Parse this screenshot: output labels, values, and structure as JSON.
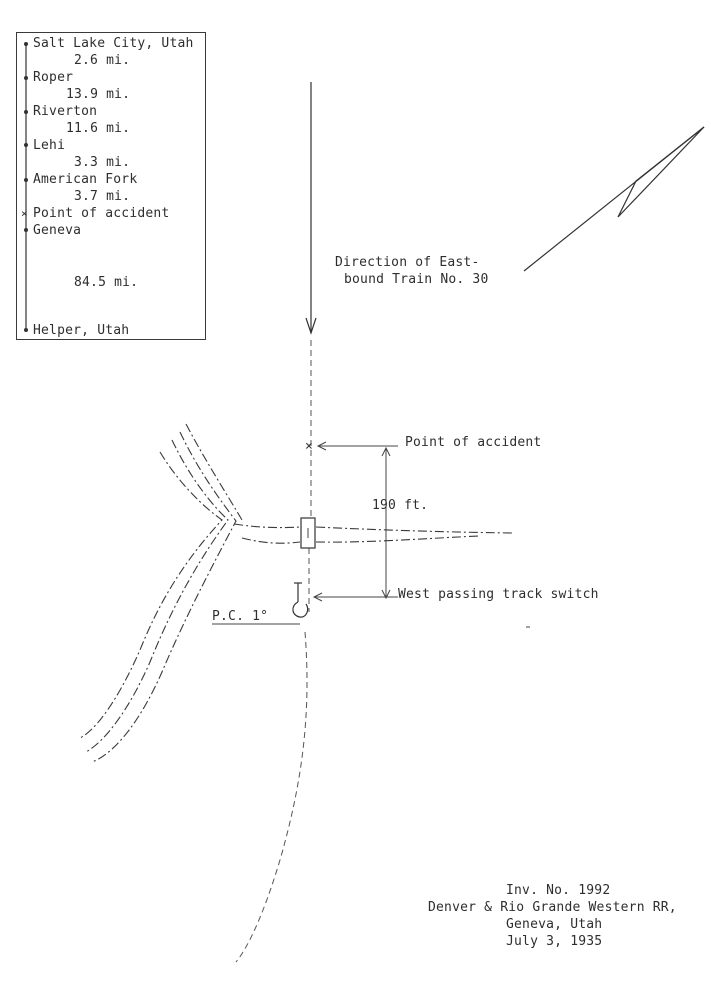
{
  "route": {
    "stations": [
      "Salt Lake City, Utah",
      "Roper",
      "Riverton",
      "Lehi",
      "American Fork",
      "Point of accident",
      "Geneva",
      "Helper,  Utah"
    ],
    "distances": [
      "2.6 mi.",
      "13.9 mi.",
      "11.6 mi.",
      "3.3 mi.",
      "3.7 mi.",
      "84.5 mi."
    ]
  },
  "labels": {
    "direction_line1": "Direction of East-",
    "direction_line2": "bound Train No. 30",
    "point_of_accident": "Point of accident",
    "distance": "190 ft.",
    "switch": "West passing track switch",
    "curve": "P.C. 1°"
  },
  "caption": {
    "line1": "Inv. No. 1992",
    "line2": "Denver & Rio Grande Western RR,",
    "line3": "Geneva,  Utah",
    "line4": "July  3, 1935"
  }
}
